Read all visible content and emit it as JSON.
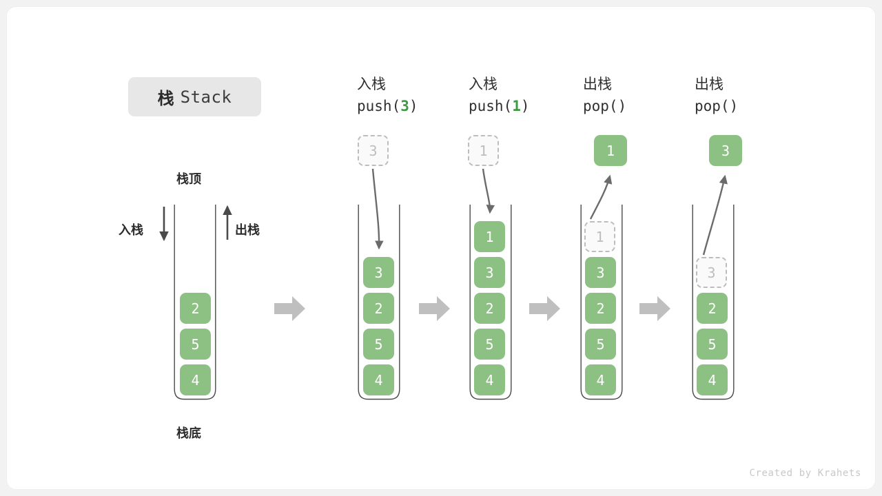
{
  "title": {
    "cn": "栈",
    "en": "Stack"
  },
  "colors": {
    "cell_fill": "#8cc183",
    "cell_text": "#ffffff",
    "ghost_border": "#bdbdbd",
    "ghost_text": "#bdbdbd",
    "accent_green": "#3c9a41",
    "arrow_gray": "#6b6b6b",
    "step_arrow_gray": "#bfbfbf",
    "badge_bg": "#e7e7e7",
    "page_bg": "#f2f2f2",
    "card_bg": "#ffffff"
  },
  "labels": {
    "top": "栈顶",
    "bottom": "栈底",
    "push": "入栈",
    "pop": "出栈"
  },
  "columns": [
    {
      "id": "initial",
      "header_line1": "",
      "header_line2_prefix": "",
      "header_line2_num": "",
      "header_line2_suffix": "",
      "incoming": null,
      "outgoing": null,
      "cells": [
        "2",
        "5",
        "4"
      ],
      "ghost_index": -1
    },
    {
      "id": "push-3",
      "header_line1": "入栈",
      "header_line2_prefix": "push(",
      "header_line2_num": "3",
      "header_line2_suffix": ")",
      "incoming": "3",
      "outgoing": null,
      "cells": [
        "3",
        "2",
        "5",
        "4"
      ],
      "ghost_index": -1
    },
    {
      "id": "push-1",
      "header_line1": "入栈",
      "header_line2_prefix": "push(",
      "header_line2_num": "1",
      "header_line2_suffix": ")",
      "incoming": "1",
      "outgoing": null,
      "cells": [
        "1",
        "3",
        "2",
        "5",
        "4"
      ],
      "ghost_index": -1
    },
    {
      "id": "pop-1",
      "header_line1": "出栈",
      "header_line2_prefix": "pop(",
      "header_line2_num": "",
      "header_line2_suffix": ")",
      "incoming": null,
      "outgoing": "1",
      "cells": [
        "1",
        "3",
        "2",
        "5",
        "4"
      ],
      "ghost_index": 0
    },
    {
      "id": "pop-3",
      "header_line1": "出栈",
      "header_line2_prefix": "pop(",
      "header_line2_num": "",
      "header_line2_suffix": ")",
      "incoming": null,
      "outgoing": "3",
      "cells": [
        "3",
        "2",
        "5",
        "4"
      ],
      "ghost_index": 0
    }
  ],
  "credit": "Created by Krahets"
}
